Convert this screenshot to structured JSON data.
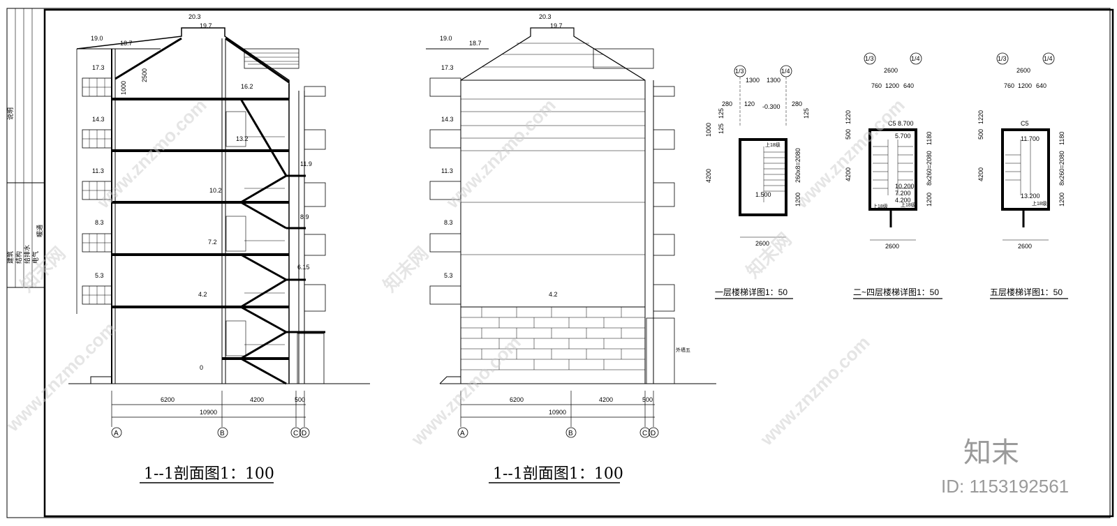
{
  "sections": [
    {
      "title": "1--1剖面图1：100",
      "axes": [
        "A",
        "B",
        "C",
        "D"
      ],
      "dims_bottom": [
        "6200",
        "4200",
        "500"
      ],
      "total": "10900",
      "elevations": [
        "20.3",
        "19.7",
        "19.0",
        "18.7",
        "17.3",
        "16.2",
        "14.3",
        "13.2",
        "11.9",
        "11.3",
        "10.2",
        "8.9",
        "8.3",
        "7.2",
        "6.15",
        "5.3",
        "4.2",
        "0"
      ],
      "dims_misc": [
        "2500",
        "1000"
      ]
    },
    {
      "title": "1--1剖面图1：100",
      "axes": [
        "A",
        "B",
        "C",
        "D"
      ],
      "dims_bottom": [
        "6200",
        "4200",
        "500"
      ],
      "total": "10900",
      "elevations": [
        "20.3",
        "19.7",
        "19.0",
        "18.7",
        "17.3",
        "14.3",
        "11.3",
        "8.3",
        "5.3",
        "4.2"
      ],
      "note": "外墙五"
    }
  ],
  "stairs": [
    {
      "caption": "一层楼梯详图1：50",
      "axes": [
        "1/3",
        "1/4"
      ],
      "top_dims": [
        "1300",
        "1300"
      ],
      "dims": [
        "280",
        "120",
        "-0.300",
        "280",
        "125",
        "125",
        "125",
        "1000",
        "4200",
        "260x8=2080",
        "1200",
        "1.500",
        "上18级"
      ],
      "bottom": "2600"
    },
    {
      "caption": "二~四层楼梯详图1：50",
      "axes": [
        "1/3",
        "1/4"
      ],
      "top_dims": [
        "2600",
        "760",
        "1200",
        "640"
      ],
      "dims": [
        "C5",
        "8.700",
        "5.700",
        "1220",
        "500",
        "4200",
        "1180",
        "8x260=2080",
        "1200",
        "10.200",
        "7.200",
        "4.200",
        "上18级",
        "上18级"
      ],
      "bottom": "2600"
    },
    {
      "caption": "五层楼梯详图1：50",
      "axes": [
        "1/3",
        "1/4"
      ],
      "top_dims": [
        "2600",
        "760",
        "1200",
        "640"
      ],
      "dims": [
        "C5",
        "11.700",
        "1220",
        "500",
        "4200",
        "1180",
        "8x260=2080",
        "1200",
        "13.200",
        "上18级"
      ],
      "bottom": "2600"
    }
  ],
  "titleblock": {
    "row1": "说明",
    "row2": [
      "建筑",
      "结构",
      "给排水",
      "电气",
      "暖通"
    ]
  },
  "watermark": "www.znzmo.com",
  "watermark_cn": "知末网",
  "brand": "知末",
  "id_label": "ID: 1153192561"
}
